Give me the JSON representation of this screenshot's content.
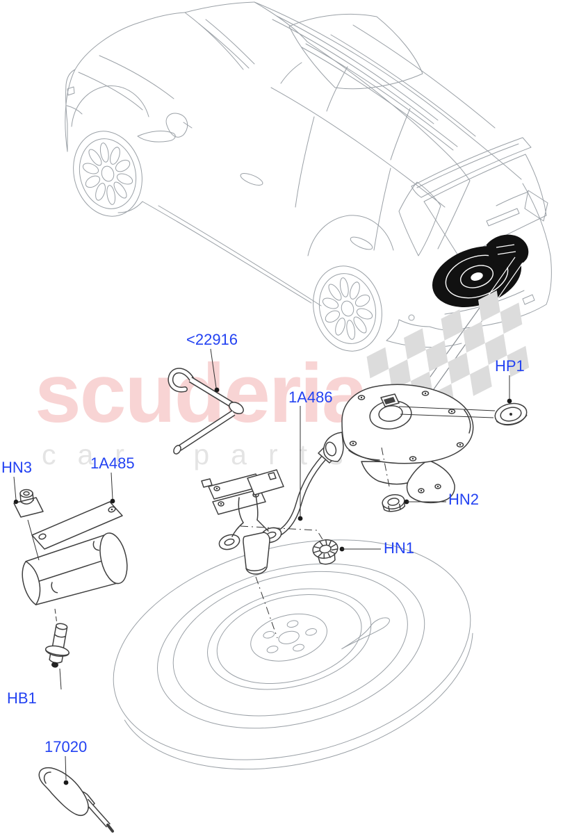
{
  "watermark": {
    "brand": "scuderia",
    "tagline": "car parts"
  },
  "palette": {
    "label_blue": "#2342f2",
    "watermark_pink": "#f8d4d4",
    "watermark_gray": "#e4e4e4",
    "flag_gray": "#dcdcdc",
    "car_line_gray": "#9aa0a6",
    "part_line_dark": "#3f3f3f",
    "spare_wheel_black": "#111111",
    "background": "#ffffff"
  },
  "diagram": {
    "labels": [
      {
        "ref": "<22916"
      },
      {
        "ref": "1A486"
      },
      {
        "ref": "HP1"
      },
      {
        "ref": "HN3"
      },
      {
        "ref": "1A485"
      },
      {
        "ref": "HN2"
      },
      {
        "ref": "HN1"
      },
      {
        "ref": "HB1"
      },
      {
        "ref": "17020"
      }
    ]
  }
}
